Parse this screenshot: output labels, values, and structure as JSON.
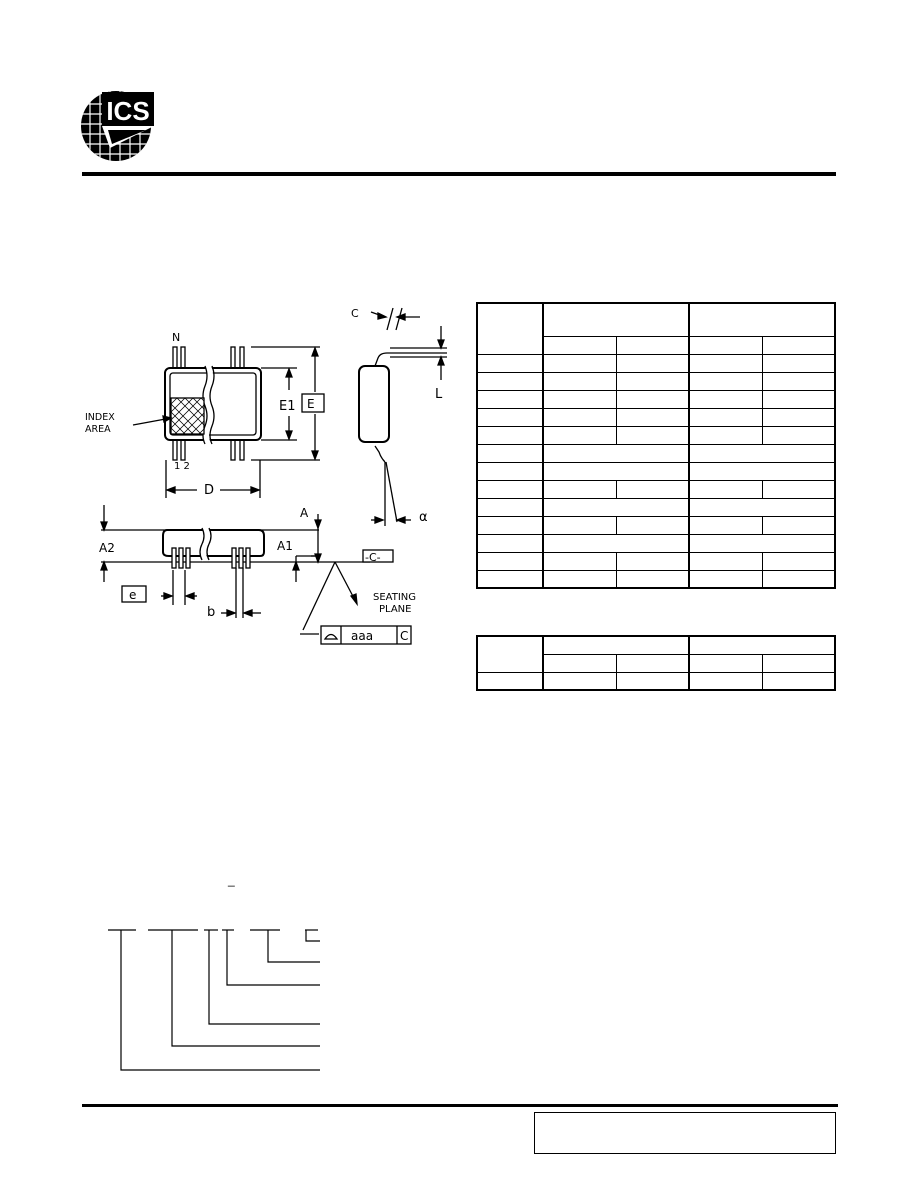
{
  "brand": {
    "logo_text": "ICS"
  },
  "drawing": {
    "labels": {
      "n": "N",
      "index_area_1": "INDEX",
      "index_area_2": "AREA",
      "pins_12": "1 2",
      "d": "D",
      "e1": "E1",
      "e_box": "E",
      "c": "C",
      "l": "L",
      "alpha": "α",
      "a": "A",
      "a2": "A2",
      "a1": "A1",
      "datum_c": "-C-",
      "seating_1": "SEATING",
      "seating_2": "PLANE",
      "e_pitch": "e",
      "b": "b",
      "aaa": "aaa",
      "aaa_ref": "C"
    }
  },
  "ordering": {
    "overbar": "_"
  },
  "colors": {
    "ink": "#000000",
    "paper": "#ffffff"
  }
}
